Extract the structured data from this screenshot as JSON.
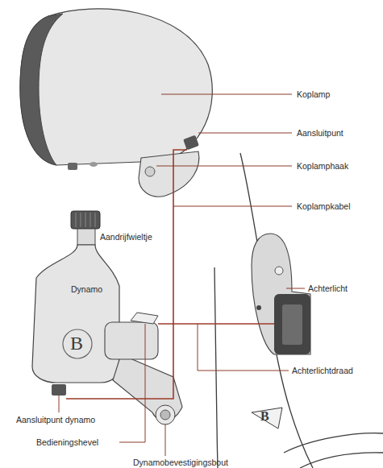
{
  "diagram": {
    "labels": [
      "Koplamp",
      "Aansluitpunt",
      "Koplamphaak",
      "Koplampkabel",
      "Aandrijfwieltje",
      "Dynamo",
      "Achterlicht",
      "Achterlichtdraad",
      "Aansluitpunt dynamo",
      "Bedieningshevel",
      "Dynamobevestigingsbout",
      "B",
      "B"
    ]
  }
}
